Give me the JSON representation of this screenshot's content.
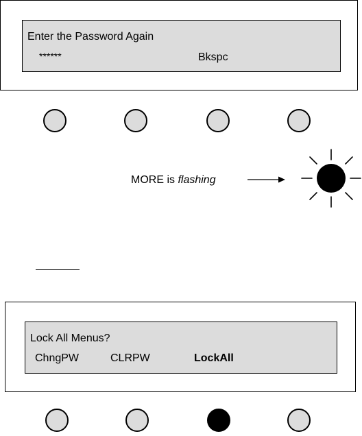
{
  "screen1": {
    "line1": "Enter the Password Again",
    "password_mask": "******",
    "softkey_label": "Bkspc"
  },
  "callout": {
    "text_prefix": "MORE is ",
    "text_emphasis": "flashing"
  },
  "screen2": {
    "line1": "Lock All Menus?",
    "option1": "ChngPW",
    "option2": "CLRPW",
    "option3": "LockAll"
  },
  "colors": {
    "lcd_background": "#dcdcdc",
    "button_idle": "#dcdcdc",
    "button_pressed": "#000000"
  },
  "icons": {
    "flashing_indicator": "flashing-button-icon",
    "arrow": "right-arrow-icon"
  }
}
